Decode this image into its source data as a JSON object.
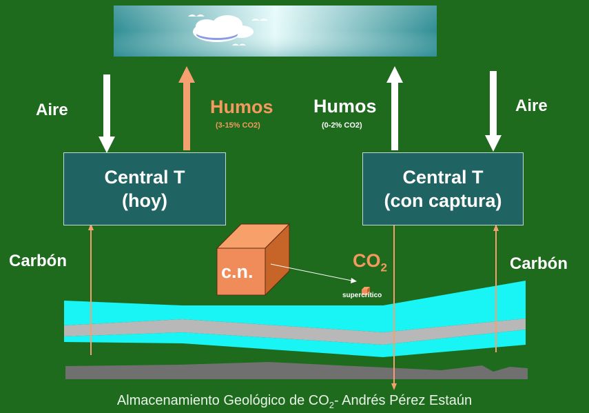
{
  "labels": {
    "aire_left": "Aire",
    "humos_left": "Humos",
    "humos_left_sub": "(3-15% CO2)",
    "humos_right": "Humos",
    "humos_right_sub": "(0-2% CO2)",
    "aire_right": "Aire",
    "plant_left_line1": "Central T",
    "plant_left_line2": "(hoy)",
    "plant_right_line1": "Central T",
    "plant_right_line2": "(con captura)",
    "carbon_left": "Carbón",
    "carbon_right": "Carbón",
    "cube": "c.n.",
    "co2_main": "CO",
    "co2_sub": "2",
    "supercritico": "supercrítico"
  },
  "footer": {
    "prefix": "Almacenamiento Geológico de CO",
    "sub": "2",
    "suffix": "- Andrés Pérez Estaún"
  },
  "colors": {
    "background": "#1e6b1e",
    "plant": "#1f6363",
    "humos_orange": "#f59a5e",
    "arrow_orange": "#f5a070",
    "aquifer_cyan": "#19f4f4",
    "layer_grey": "#b8b8b8",
    "bedrock_grey": "#707070",
    "cube_front": "#f08c5a",
    "cube_top": "#f7a06a",
    "cube_side": "#c76428"
  },
  "icons": [
    "cloud-icon"
  ]
}
